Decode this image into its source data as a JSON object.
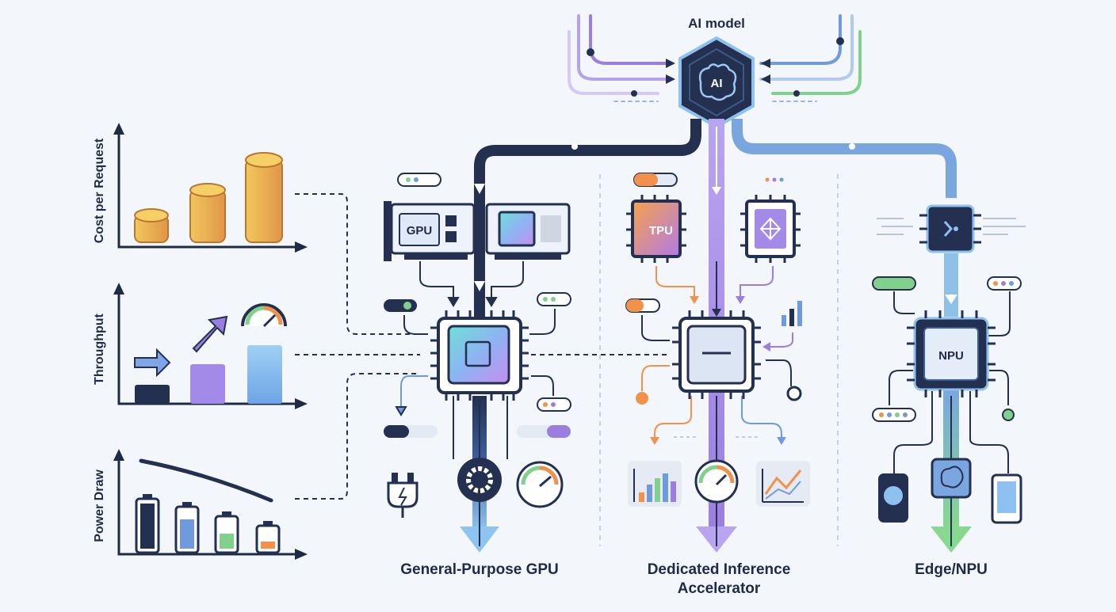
{
  "header": {
    "model_label": "AI model",
    "model_badge": "AI"
  },
  "columns": [
    {
      "title": "General-Purpose GPU",
      "chip_label": "GPU"
    },
    {
      "title": "Dedicated Inference Accelerator",
      "chip_label": "TPU"
    },
    {
      "title": "Edge/NPU",
      "chip_label": "NPU"
    }
  ],
  "metrics": [
    {
      "axis_label": "Cost per Request"
    },
    {
      "axis_label": "Throughput"
    },
    {
      "axis_label": "Power Draw"
    }
  ],
  "colors": {
    "navy": "#23304f",
    "purple": "#9a7fe0",
    "blue": "#6f9bdc",
    "green": "#7fd18c",
    "orange": "#f0924b",
    "gold": "#e8b64b"
  },
  "icons": [
    "brain-icon",
    "coin-stack-icon",
    "arrow-icon",
    "gauge-icon",
    "battery-icon",
    "plug-icon",
    "gear-icon",
    "bar-chart-icon",
    "line-chart-icon",
    "smartphone-icon",
    "tablet-icon",
    "network-icon"
  ]
}
